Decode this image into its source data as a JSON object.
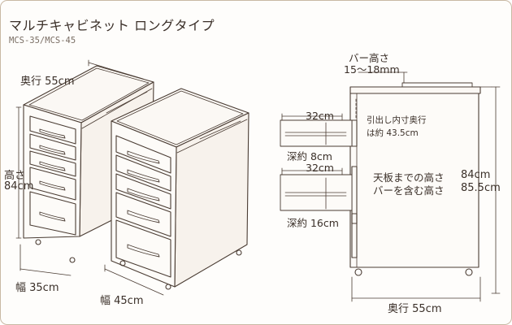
{
  "header": {
    "title": "マルチキャビネット ロングタイプ",
    "model": "MCS-35/MCS-45"
  },
  "left_view": {
    "depth": "奥行 55cm",
    "height_line1": "高さ",
    "height_line2": "84cm",
    "width_small": "幅 35cm",
    "width_large": "幅 45cm"
  },
  "side_view": {
    "bar_height_line1": "バー高さ",
    "bar_height_line2": "15～18mm",
    "drawer_top_width": "32cm",
    "drawer_top_depth": "深約 8cm",
    "drawer_bottom_width": "32cm",
    "drawer_bottom_depth": "深約 16cm",
    "inner_depth_line1": "引出し内寸奥行",
    "inner_depth_line2": "は約 43.5cm",
    "top_height_line1": "天板までの高さ",
    "top_height_line2": "バーを含む高さ",
    "height_84": "84cm",
    "height_855": "85.5cm",
    "depth_bottom": "奥行 55cm"
  },
  "colors": {
    "line": "#4a3c33",
    "text": "#3a2f28",
    "border": "#c9b9a4",
    "faint": "#8a7e74"
  }
}
